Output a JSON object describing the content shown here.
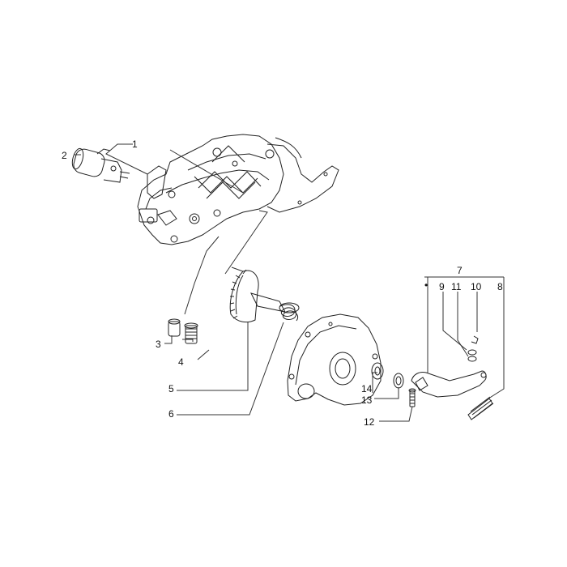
{
  "callouts": {
    "c1": "1",
    "c2": "2",
    "c3": "3",
    "c4": "4",
    "c5": "5",
    "c6": "6",
    "c7": "7",
    "c8": "8",
    "c9": "9",
    "c10": "10",
    "c11": "11",
    "c12": "12",
    "c13": "13",
    "c14": "14",
    "bullet": "•"
  }
}
